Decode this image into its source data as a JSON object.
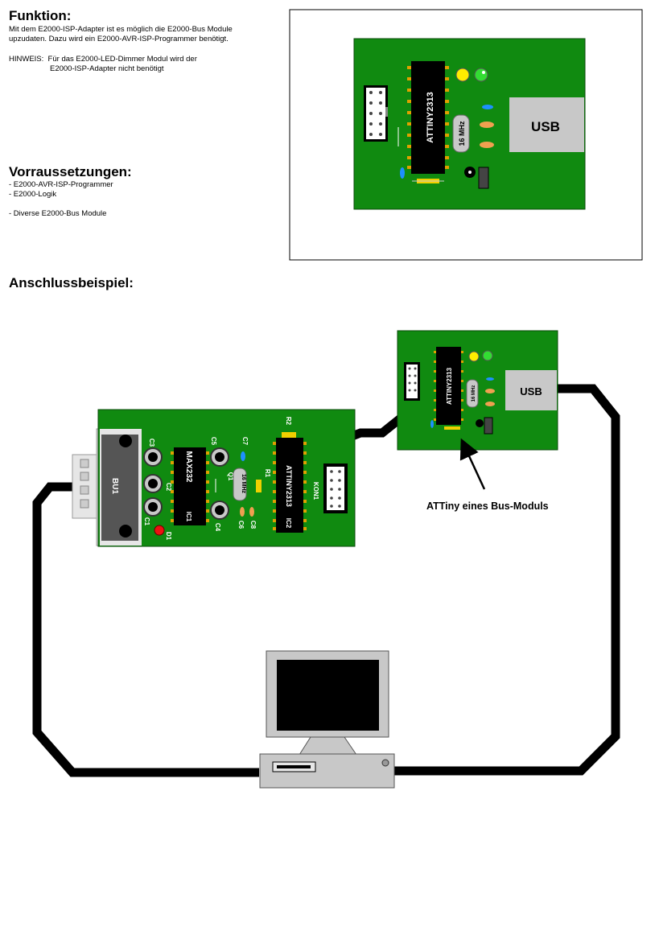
{
  "funktion": {
    "title": "Funktion:",
    "text_line1": "Mit dem E2000-ISP-Adapter ist es möglich die E2000-Bus Module",
    "text_line2": "upzudaten. Dazu wird ein E2000-AVR-ISP-Programmer benötigt.",
    "hinweis_line1": "HINWEIS:  Für das E2000-LED-Dimmer Modul wird der",
    "hinweis_line2": "E2000-ISP-Adapter nicht benötigt"
  },
  "voraussetzungen": {
    "title": "Vorraussetzungen:",
    "items": [
      "- E2000-AVR-ISP-Programmer",
      "- E2000-Logik",
      "- Diverse E2000-Bus Module"
    ]
  },
  "anschluss": {
    "title": "Anschlussbeispiel:"
  },
  "module_board": {
    "chip": "ATTINY2313",
    "crystal": "16 MHz",
    "usb": "USB"
  },
  "small_board": {
    "chip": "ATTINY2313",
    "crystal": "16 MHz",
    "usb": "USB"
  },
  "adapter_board": {
    "connector": "BU1",
    "ic1": "MAX232",
    "ic1_ref": "IC1",
    "ic2": "ATTINY2313",
    "ic2_ref": "IC2",
    "crystal": "16 MHz",
    "q1": "Q1",
    "kon1": "KON1",
    "r1": "R1",
    "r2": "R2",
    "d1": "D1",
    "c1": "C1",
    "c2": "C2",
    "c3": "C3",
    "c4": "C4",
    "c5": "C5",
    "c6": "C6",
    "c7": "C7",
    "c8": "C8"
  },
  "callout": "ATTiny eines Bus-Moduls",
  "colors": {
    "pcb": "#108a10",
    "pcb_border": "#0a4a0a",
    "cable": "#000000",
    "usb": "#c8c8c8",
    "led_yellow": "#ffee00",
    "led_green": "#33dd33",
    "led_red": "#ee1111"
  }
}
